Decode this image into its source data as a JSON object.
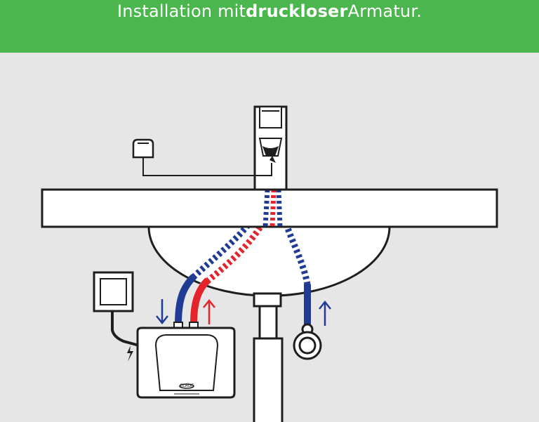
{
  "header": {
    "title_prefix": "Installation mit ",
    "title_bold": "druckloser",
    "title_suffix": " Armatur."
  },
  "colors": {
    "header_bg": "#4cb64e",
    "background": "#e6e6e6",
    "outline": "#1e1e1e",
    "cold_water": "#1f3b94",
    "hot_water": "#e3242b",
    "fill": "#ffffff"
  },
  "heater": {
    "brand": "CLAGE"
  },
  "flows": {
    "cold_in": "down",
    "hot_out": "up",
    "supply": "up"
  }
}
